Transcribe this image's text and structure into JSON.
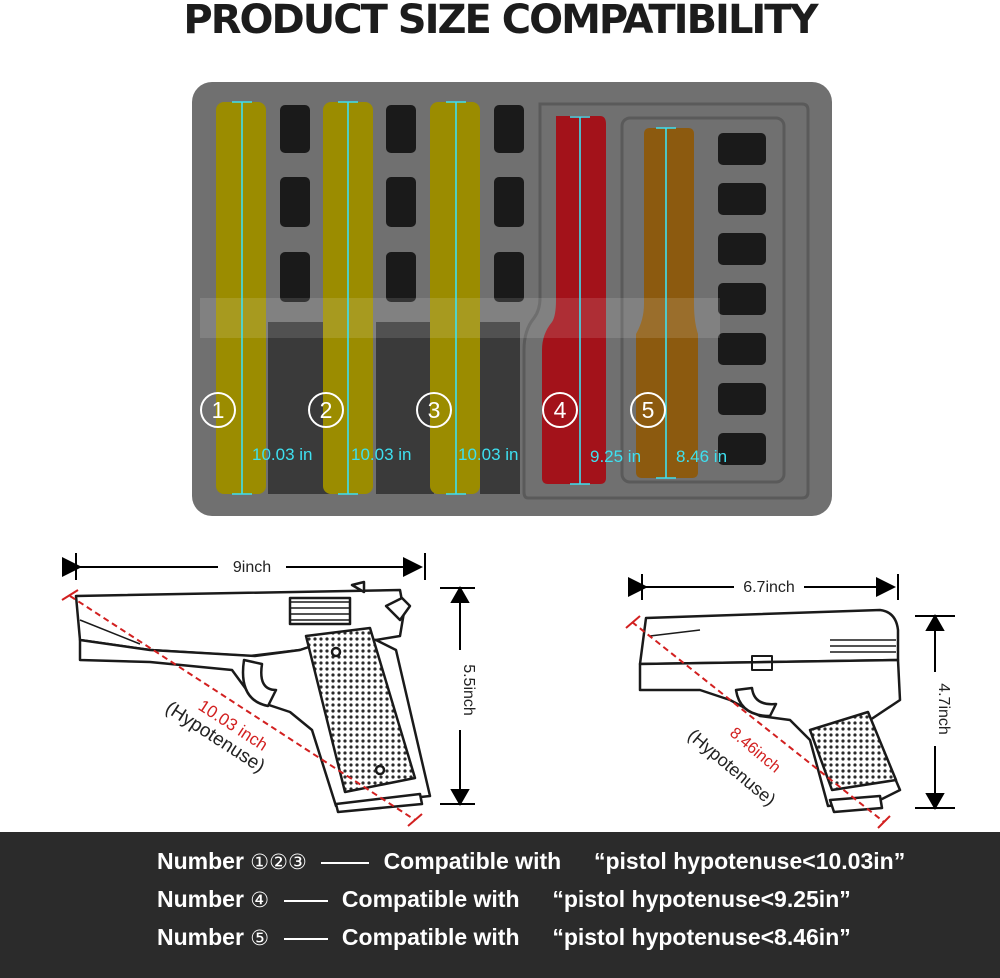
{
  "header": {
    "title": "PRODUCT SIZE COMPATIBILITY"
  },
  "tray": {
    "slots": [
      {
        "number": "①",
        "measure": "10.03 in",
        "color": "#9b8c00"
      },
      {
        "number": "②",
        "measure": "10.03 in",
        "color": "#9b8c00"
      },
      {
        "number": "③",
        "measure": "10.03 in",
        "color": "#9b8c00"
      },
      {
        "number": "④",
        "measure": "9.25 in",
        "color": "#a3121a"
      },
      {
        "number": "⑤",
        "measure": "8.46 in",
        "color": "#8c5a0f"
      }
    ],
    "measure_color": "#3ee0f0"
  },
  "pistol_left": {
    "width": "9inch",
    "height": "5.5inch",
    "hypotenuse_value": "10.03 inch",
    "hypotenuse_label": "(Hypotenuse)"
  },
  "pistol_right": {
    "width": "6.7inch",
    "height": "4.7inch",
    "hypotenuse_value": "8.46inch",
    "hypotenuse_label": "(Hypotenuse)"
  },
  "compatibility": [
    {
      "label": "Number",
      "numbers": "①②③",
      "compat": "Compatible with",
      "rule": "“pistol hypotenuse<10.03in”"
    },
    {
      "label": "Number",
      "numbers": "④",
      "compat": "Compatible with",
      "rule": "“pistol hypotenuse<9.25in”"
    },
    {
      "label": "Number",
      "numbers": "⑤",
      "compat": "Compatible with",
      "rule": "“pistol hypotenuse<8.46in”"
    }
  ],
  "colors": {
    "hypotenuse": "#d22020",
    "tray": "#707070",
    "bottom_bar": "#2b2b2b"
  }
}
